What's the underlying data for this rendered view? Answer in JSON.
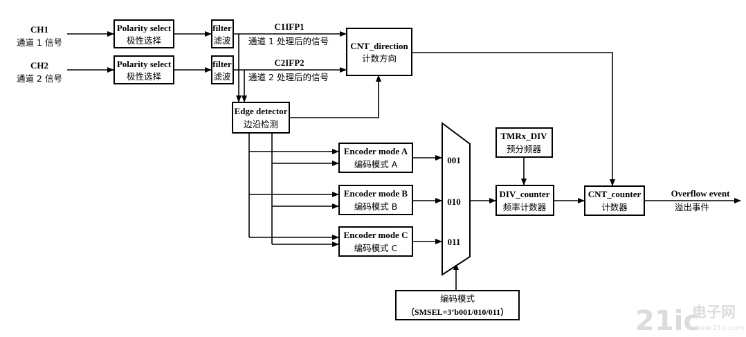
{
  "inputs": {
    "ch1": {
      "label": "CH1",
      "sub": "通道 1 信号"
    },
    "ch2": {
      "label": "CH2",
      "sub": "通道 2 信号"
    }
  },
  "polarity1": {
    "label": "Polarity select",
    "sub": "极性选择"
  },
  "polarity2": {
    "label": "Polarity select",
    "sub": "极性选择"
  },
  "filter1": {
    "label": "filter",
    "sub": "滤波"
  },
  "filter2": {
    "label": "filter",
    "sub": "滤波"
  },
  "signals": {
    "c1ifp1": {
      "label": "C1IFP1",
      "sub": "通道 1 处理后的信号"
    },
    "c2ifp2": {
      "label": "C2IFP2",
      "sub": "通道 2 处理后的信号"
    }
  },
  "cnt_direction": {
    "label": "CNT_direction",
    "sub": "计数方向"
  },
  "edge_detector": {
    "label": "Edge detector",
    "sub": "边沿检测"
  },
  "encoder_a": {
    "label": "Encoder mode A",
    "sub": "编码模式 A"
  },
  "encoder_b": {
    "label": "Encoder mode B",
    "sub": "编码模式 B"
  },
  "encoder_c": {
    "label": "Encoder mode C",
    "sub": "编码模式 C"
  },
  "mux": {
    "inputs": [
      "001",
      "010",
      "011"
    ]
  },
  "tmrx_div": {
    "label": "TMRx_DIV",
    "sub": "预分频器"
  },
  "div_counter": {
    "label": "DIV_counter",
    "sub": "频率计数器"
  },
  "cnt_counter": {
    "label": "CNT_counter",
    "sub": "计数器"
  },
  "overflow": {
    "label": "Overflow event",
    "sub": "溢出事件"
  },
  "select": {
    "label": "编码模式",
    "sub": "（SMSEL=3’b001/010/011）"
  },
  "watermark": {
    "main": "21ic",
    "cn": "电子网",
    "url": "www.21ic.com"
  }
}
